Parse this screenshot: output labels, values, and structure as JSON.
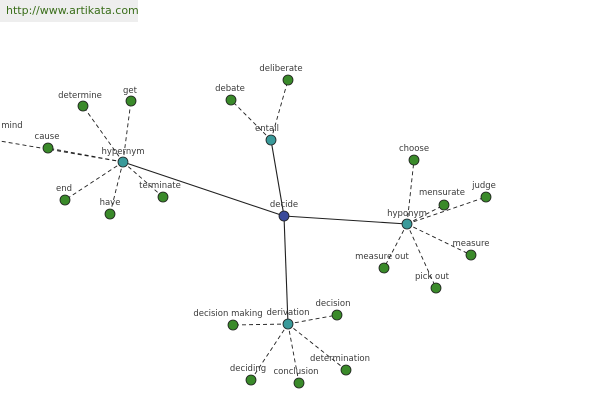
{
  "watermark": "http://www.artikata.com",
  "colors": {
    "center_node": "#3a4a9a",
    "hub_node": "#3a9a9a",
    "leaf_node": "#3a8a2a",
    "node_stroke": "#1e1e1e",
    "edge": "#202020"
  },
  "graph": {
    "center": "decide",
    "hubs": [
      {
        "key": "hypernym",
        "label": "hypernym",
        "leaves": [
          "mind",
          "cause",
          "determine",
          "get",
          "end",
          "have",
          "terminate"
        ]
      },
      {
        "key": "entail",
        "label": "entail",
        "leaves": [
          "debate",
          "deliberate"
        ]
      },
      {
        "key": "hyponym",
        "label": "hyponym",
        "leaves": [
          "choose",
          "mensurate",
          "judge",
          "measure",
          "measure out",
          "pick out"
        ]
      },
      {
        "key": "derivation",
        "label": "derivation",
        "leaves": [
          "decision making",
          "decision",
          "deciding",
          "conclusion",
          "determination"
        ]
      }
    ]
  }
}
